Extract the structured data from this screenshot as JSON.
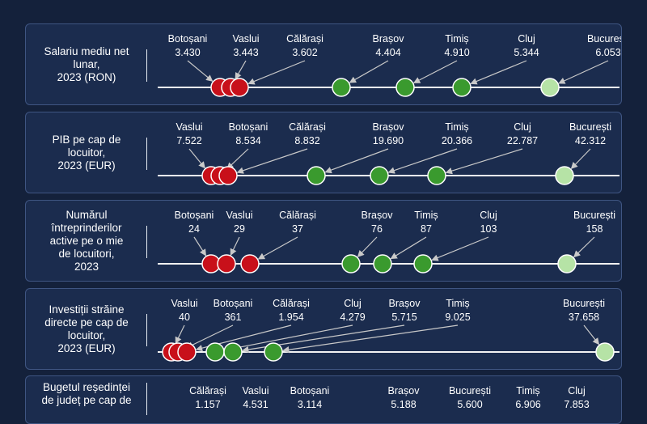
{
  "colors": {
    "low": "#c8101a",
    "mid": "#3a9a2e",
    "top": "#b6e3a6",
    "axis": "#f2f2f2",
    "connector": "#c9c9c9",
    "background": "#14213b",
    "panel": "#1b2c4e",
    "panel_border": "#3f5582"
  },
  "chart_data": [
    {
      "type": "scatter",
      "title_lines": [
        "Salariu mediu net",
        "lunar,",
        "2023 (RON)"
      ],
      "points": [
        {
          "county": "Botoșani",
          "label": "3.430",
          "value": 3430,
          "group": "low"
        },
        {
          "county": "Vaslui",
          "label": "3.443",
          "value": 3443,
          "group": "low"
        },
        {
          "county": "Călărași",
          "label": "3.602",
          "value": 3602,
          "group": "low"
        },
        {
          "county": "Brașov",
          "label": "4.404",
          "value": 4404,
          "group": "mid"
        },
        {
          "county": "Timiș",
          "label": "4.910",
          "value": 4910,
          "group": "mid"
        },
        {
          "county": "Cluj",
          "label": "5.344",
          "value": 5344,
          "group": "mid"
        },
        {
          "county": "București",
          "label": "6.053",
          "value": 6053,
          "group": "top"
        }
      ]
    },
    {
      "type": "scatter",
      "title_lines": [
        "PIB pe cap de",
        "locuitor,",
        "2023 (EUR)"
      ],
      "points": [
        {
          "county": "Vaslui",
          "label": "7.522",
          "value": 7522,
          "group": "low"
        },
        {
          "county": "Botoșani",
          "label": "8.534",
          "value": 8534,
          "group": "low"
        },
        {
          "county": "Călărași",
          "label": "8.832",
          "value": 8832,
          "group": "low"
        },
        {
          "county": "Brașov",
          "label": "19.690",
          "value": 19690,
          "group": "mid"
        },
        {
          "county": "Timiș",
          "label": "20.366",
          "value": 20366,
          "group": "mid"
        },
        {
          "county": "Cluj",
          "label": "22.787",
          "value": 22787,
          "group": "mid"
        },
        {
          "county": "București",
          "label": "42.312",
          "value": 42312,
          "group": "top"
        }
      ]
    },
    {
      "type": "scatter",
      "title_lines": [
        "Numărul",
        "întreprinderilor",
        "active pe o mie",
        "de locuitori,",
        "2023"
      ],
      "points": [
        {
          "county": "Botoșani",
          "label": "24",
          "value": 24,
          "group": "low"
        },
        {
          "county": "Vaslui",
          "label": "29",
          "value": 29,
          "group": "low"
        },
        {
          "county": "Călărași",
          "label": "37",
          "value": 37,
          "group": "low"
        },
        {
          "county": "Brașov",
          "label": "76",
          "value": 76,
          "group": "mid"
        },
        {
          "county": "Timiș",
          "label": "87",
          "value": 87,
          "group": "mid"
        },
        {
          "county": "Cluj",
          "label": "103",
          "value": 103,
          "group": "mid"
        },
        {
          "county": "București",
          "label": "158",
          "value": 158,
          "group": "top"
        }
      ]
    },
    {
      "type": "scatter",
      "title_lines": [
        "Investiții străine",
        "directe pe cap de",
        "locuitor,",
        "2023 (EUR)"
      ],
      "points": [
        {
          "county": "Vaslui",
          "label": "40",
          "value": 40,
          "group": "low"
        },
        {
          "county": "Botoșani",
          "label": "361",
          "value": 361,
          "group": "low"
        },
        {
          "county": "Călărași",
          "label": "1.954",
          "value": 1954,
          "group": "low"
        },
        {
          "county": "Cluj",
          "label": "4.279",
          "value": 4279,
          "group": "mid"
        },
        {
          "county": "Brașov",
          "label": "5.715",
          "value": 5715,
          "group": "mid"
        },
        {
          "county": "Timiș",
          "label": "9.025",
          "value": 9025,
          "group": "mid"
        },
        {
          "county": "București",
          "label": "37.658",
          "value": 37658,
          "group": "top"
        }
      ]
    },
    {
      "type": "scatter",
      "title_lines": [
        "Bugetul reședinței",
        "de județ pe cap de"
      ],
      "points": [
        {
          "county": "Călărași",
          "label": "1.157",
          "value": 1157,
          "group": "low"
        },
        {
          "county": "Vaslui",
          "label": "4.531",
          "value": 4531,
          "group": "low"
        },
        {
          "county": "Botoșani",
          "label": "3.114",
          "value": 3114,
          "group": "low"
        },
        {
          "county": "Brașov",
          "label": "5.188",
          "value": 5188,
          "group": "mid"
        },
        {
          "county": "București",
          "label": "5.600",
          "value": 5600,
          "group": "mid"
        },
        {
          "county": "Timiș",
          "label": "6.906",
          "value": 6906,
          "group": "mid"
        },
        {
          "county": "Cluj",
          "label": "7.853",
          "value": 7853,
          "group": "mid"
        }
      ]
    }
  ]
}
